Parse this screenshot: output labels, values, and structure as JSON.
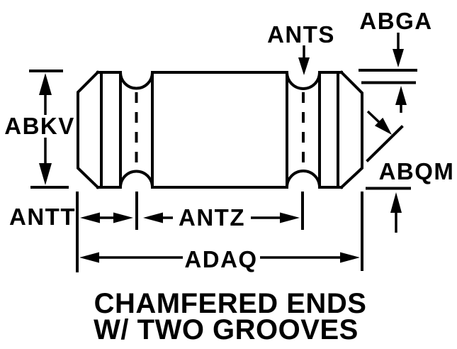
{
  "figure": {
    "caption": {
      "line1": "CHAMFERED ENDS",
      "line2": "W/ TWO GROOVES"
    },
    "labels": {
      "abkv": "ABKV",
      "antt": "ANTT",
      "antz": "ANTZ",
      "adaq": "ADAQ",
      "ants": "ANTS",
      "abga": "ABGA",
      "abqm": "ABQM"
    },
    "colors": {
      "line": "#000000",
      "background": "#ffffff"
    }
  }
}
